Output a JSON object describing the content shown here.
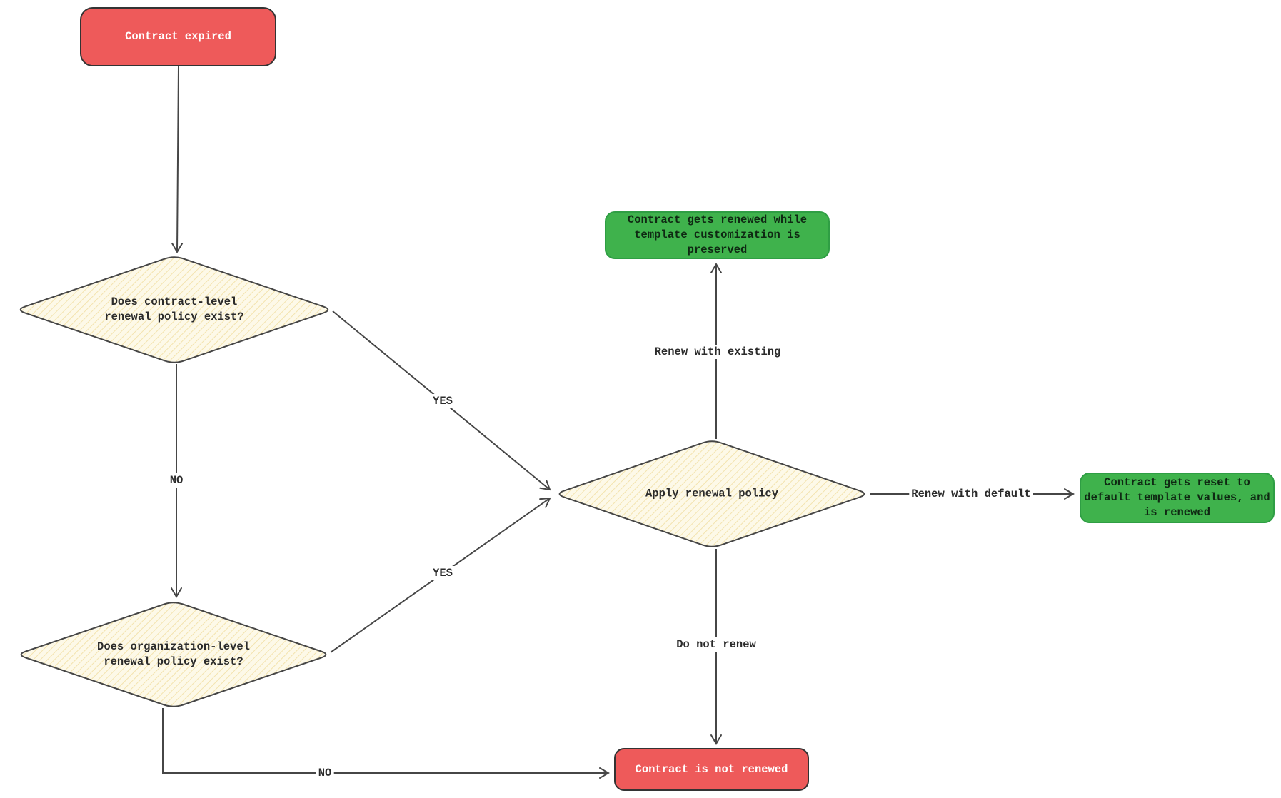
{
  "colors": {
    "red": "#ee5a5a",
    "red_border": "#333333",
    "green": "#3fb24c",
    "green_border": "#2f9e44",
    "green_text": "#0f2913",
    "diamond_fill": "#fdf9e8",
    "diamond_hatch": "#f3e3ae",
    "stroke": "#464646",
    "text": "#2b2b2b",
    "white_text": "#ffffff",
    "background": "#ffffff"
  },
  "nodes": {
    "start": {
      "label": "Contract expired",
      "type": "start"
    },
    "contract_policy": {
      "label": "Does contract-level\nrenewal policy exist?",
      "type": "decision"
    },
    "org_policy": {
      "label": "Does organization-level\nrenewal policy exist?",
      "type": "decision"
    },
    "apply_policy": {
      "label": "Apply renewal policy",
      "type": "decision"
    },
    "renewed_existing": {
      "label": "Contract gets renewed while\ntemplate customization is\npreserved",
      "type": "success"
    },
    "reset_default": {
      "label": "Contract gets reset to\ndefault template values, and\nis renewed",
      "type": "success"
    },
    "not_renewed": {
      "label": "Contract is not renewed",
      "type": "failure"
    }
  },
  "edges": [
    {
      "from": "start",
      "to": "contract_policy",
      "label": ""
    },
    {
      "from": "contract_policy",
      "to": "apply_policy",
      "label": "YES"
    },
    {
      "from": "contract_policy",
      "to": "org_policy",
      "label": "NO"
    },
    {
      "from": "org_policy",
      "to": "apply_policy",
      "label": "YES"
    },
    {
      "from": "apply_policy",
      "to": "renewed_existing",
      "label": "Renew with existing"
    },
    {
      "from": "apply_policy",
      "to": "reset_default",
      "label": "Renew with default"
    },
    {
      "from": "apply_policy",
      "to": "not_renewed",
      "label": "Do not renew"
    },
    {
      "from": "org_policy",
      "to": "not_renewed",
      "label": "NO"
    }
  ]
}
